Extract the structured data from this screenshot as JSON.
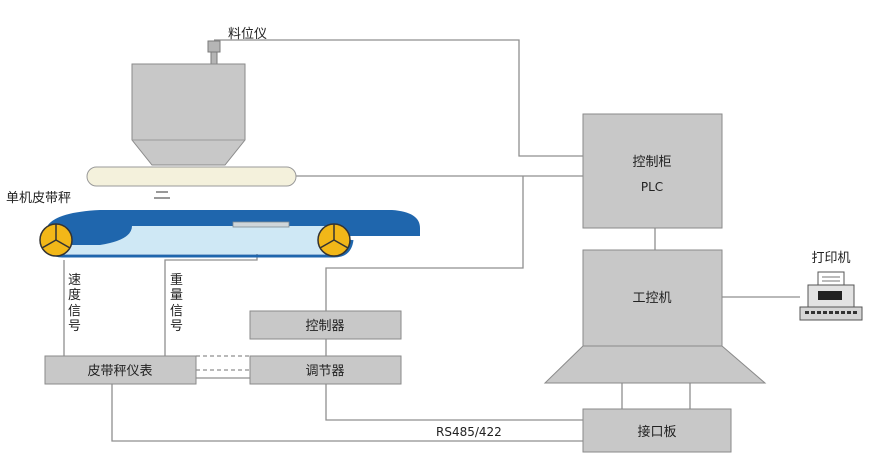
{
  "labels": {
    "level_meter": "料位仪",
    "single_belt_scale": "单机皮带秤",
    "speed_signal": [
      "速",
      "度",
      "信",
      "号"
    ],
    "weight_signal": [
      "重",
      "量",
      "信",
      "号"
    ],
    "control_cabinet": "控制柜",
    "plc": "PLC",
    "industrial_pc": "工控机",
    "printer": "打印机",
    "controller": "控制器",
    "regulator": "调节器",
    "belt_scale_instrument": "皮带秤仪表",
    "interface_board": "接口板",
    "rs485": "RS485/422"
  },
  "colors": {
    "box_fill": "#c8c8c8",
    "box_stroke": "#8a8a8a",
    "belt_blue": "#1f66ad",
    "belt_light": "#cfe8f5",
    "pulley_yellow": "#f2b718",
    "line": "#8f8f8f",
    "feeder_fill": "#f4f1dc"
  }
}
